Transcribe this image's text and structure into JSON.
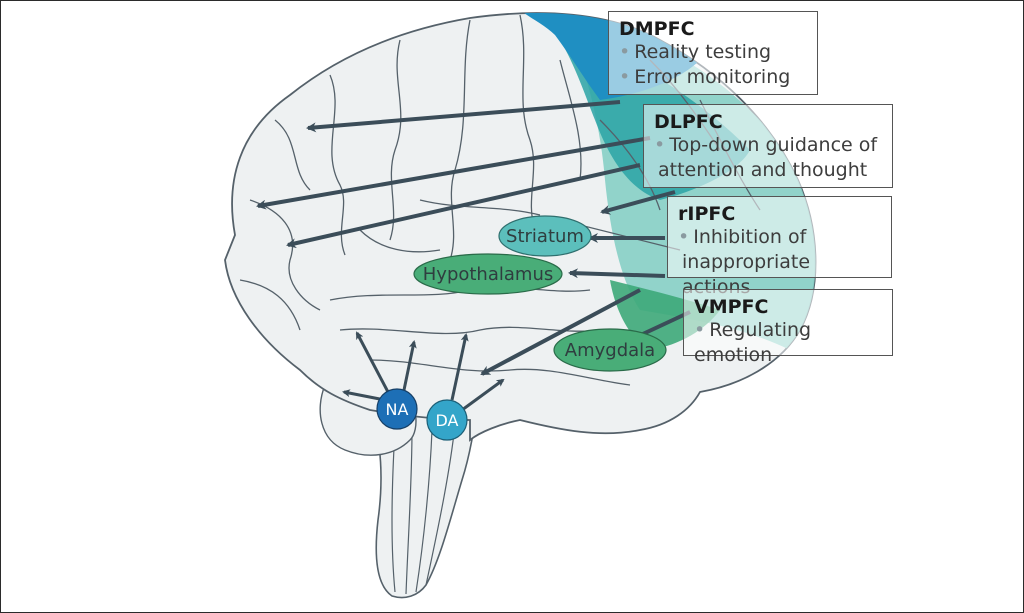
{
  "regions": [
    {
      "id": "dmpfc",
      "title": "DMPFC",
      "items": [
        "Reality testing",
        "Error monitoring"
      ]
    },
    {
      "id": "dlpfc",
      "title": "DLPFC",
      "items": [
        "Top-down guidance of",
        "attention and thought"
      ]
    },
    {
      "id": "rlpfc",
      "title": "rIPFC",
      "items": [
        "Inhibition of",
        "inappropriate actions"
      ]
    },
    {
      "id": "vmpfc",
      "title": "VMPFC",
      "items": [
        "Regulating emotion"
      ]
    }
  ],
  "structures": {
    "striatum": "Striatum",
    "hypothalamus": "Hypothalamus",
    "amygdala": "Amygdala"
  },
  "nuclei": {
    "na": "NA",
    "da": "DA"
  },
  "colors": {
    "brain_fill": "#eef1f2",
    "brain_outline": "#55616a",
    "dmpfc": "#1f8fc2",
    "dlpfc": "#2aa3a6",
    "pfc_light": "#86cfc5",
    "vmpfc": "#3da879",
    "arrow": "#3b4d59",
    "oval_teal": "#5cbfbc",
    "oval_green": "#49ad78",
    "na": "#1d6fb6",
    "da": "#34a5c9"
  }
}
